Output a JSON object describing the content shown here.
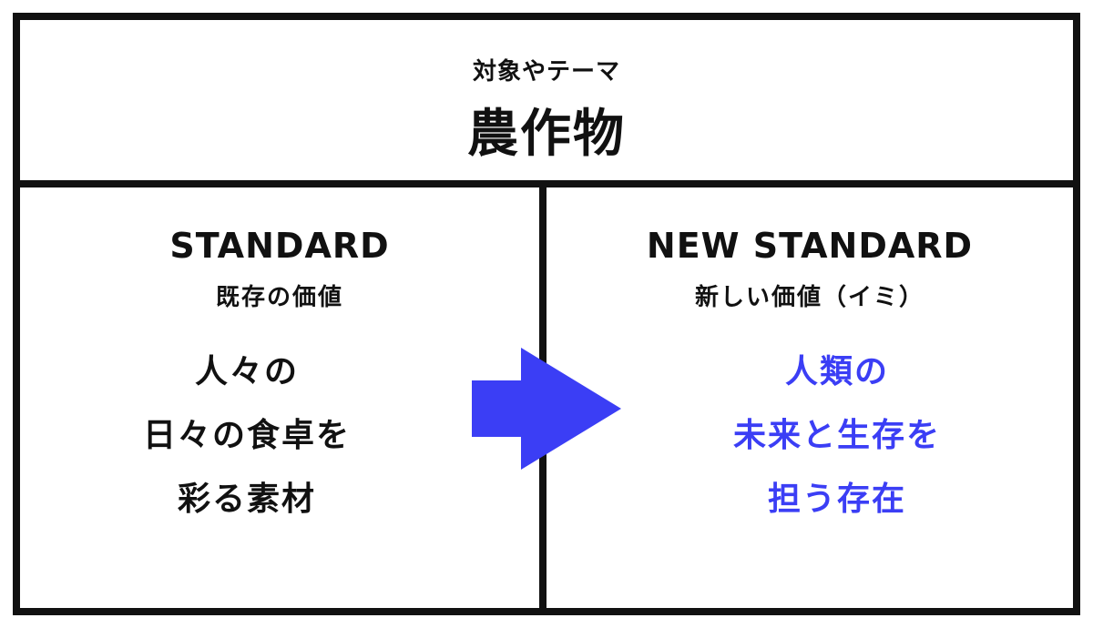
{
  "topic": {
    "label": "対象やテーマ",
    "title": "農作物"
  },
  "standard": {
    "heading": "STANDARD",
    "subheading": "既存の価値",
    "lines": [
      "人々の",
      "日々の食卓を",
      "彩る素材"
    ]
  },
  "new_standard": {
    "heading": "NEW STANDARD",
    "subheading": "新しい価値（イミ）",
    "lines": [
      "人類の",
      "未来と生存を",
      "担う存在"
    ]
  },
  "colors": {
    "border": "#111111",
    "text": "#111111",
    "accent": "#3b3ef5"
  },
  "icons": {
    "arrow": "arrow-right-icon"
  }
}
